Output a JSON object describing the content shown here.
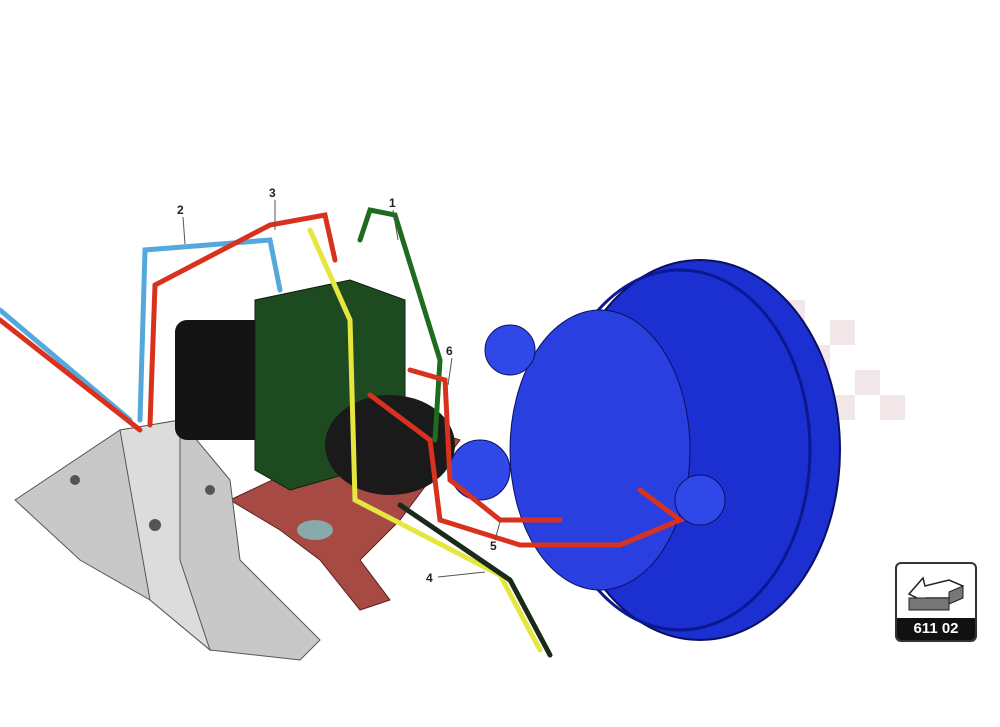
{
  "diagram": {
    "callouts": [
      "1",
      "2",
      "3",
      "4",
      "5",
      "6"
    ],
    "badge_code": "611 02",
    "colors": {
      "booster": "#1c2fd0",
      "abs_block": "#1e4a22",
      "bracket": "#c8c8c8",
      "pipe_red": "#d8321e",
      "pipe_blue": "#55a8dc",
      "pipe_yellow": "#e6e640",
      "pipe_green": "#1f6b1f",
      "mount": "#a84a44"
    }
  }
}
